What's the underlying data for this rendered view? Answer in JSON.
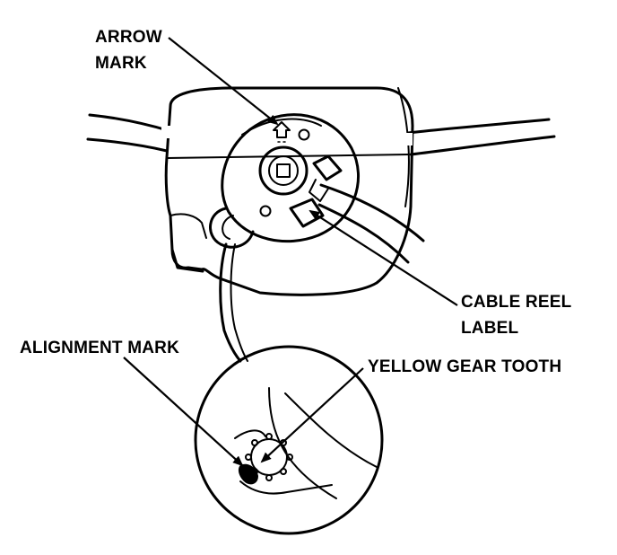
{
  "labels": {
    "arrow_mark_line1": "ARROW",
    "arrow_mark_line2": "MARK",
    "cable_reel_line1": "CABLE REEL",
    "cable_reel_line2": "LABEL",
    "alignment_mark": "ALIGNMENT MARK",
    "yellow_gear_tooth": "YELLOW GEAR TOOTH"
  },
  "colors": {
    "ink": "#000000",
    "paper": "#ffffff"
  }
}
